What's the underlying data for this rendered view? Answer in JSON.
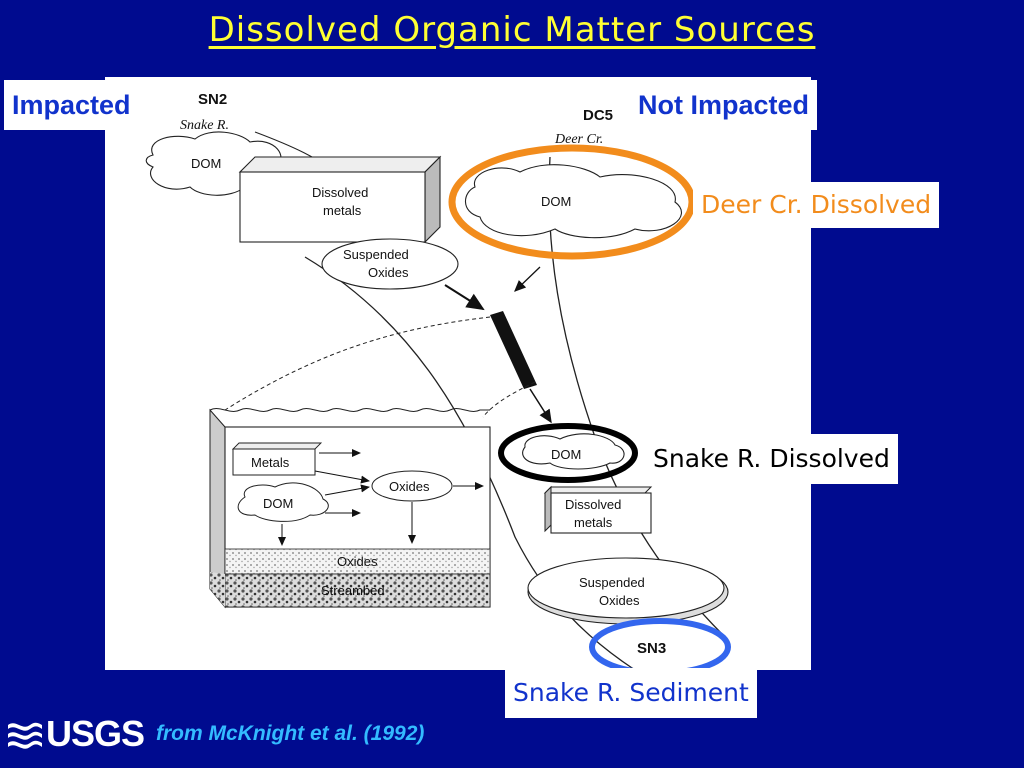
{
  "slide": {
    "title": "Dissolved Organic Matter Sources",
    "citation": "from McKnight et al. (1992)",
    "logo_text": "USGS"
  },
  "callouts": {
    "impacted": "Impacted",
    "not_impacted": "Not Impacted",
    "deer_dissolved": "Deer Cr. Dissolved",
    "snake_dissolved": "Snake R. Dissolved",
    "snake_sediment": "Snake R. Sediment"
  },
  "diagram": {
    "sn2": {
      "code": "SN2",
      "name": "Snake R.",
      "dom": "DOM"
    },
    "dc5": {
      "code": "DC5",
      "name": "Deer Cr.",
      "dom": "DOM"
    },
    "upper_box": {
      "line1": "Dissolved",
      "line2": "metals"
    },
    "upper_oxides": {
      "line1": "Suspended",
      "line2": "Oxides"
    },
    "mid_dom": "DOM",
    "mid_box": {
      "line1": "Dissolved",
      "line2": "metals"
    },
    "lower_oxides": {
      "line1": "Suspended",
      "line2": "Oxides"
    },
    "sn3": "SN3",
    "inset": {
      "metals": "Metals",
      "dom": "DOM",
      "oxides": "Oxides",
      "oxides_layer": "Oxides",
      "streambed": "Streambed"
    }
  },
  "colors": {
    "background": "#000b8f",
    "title": "#ffff33",
    "orange_ring": "#f28c1c",
    "blue_ring": "#3366ee",
    "black_ring": "#000000",
    "citation": "#33bbff"
  }
}
